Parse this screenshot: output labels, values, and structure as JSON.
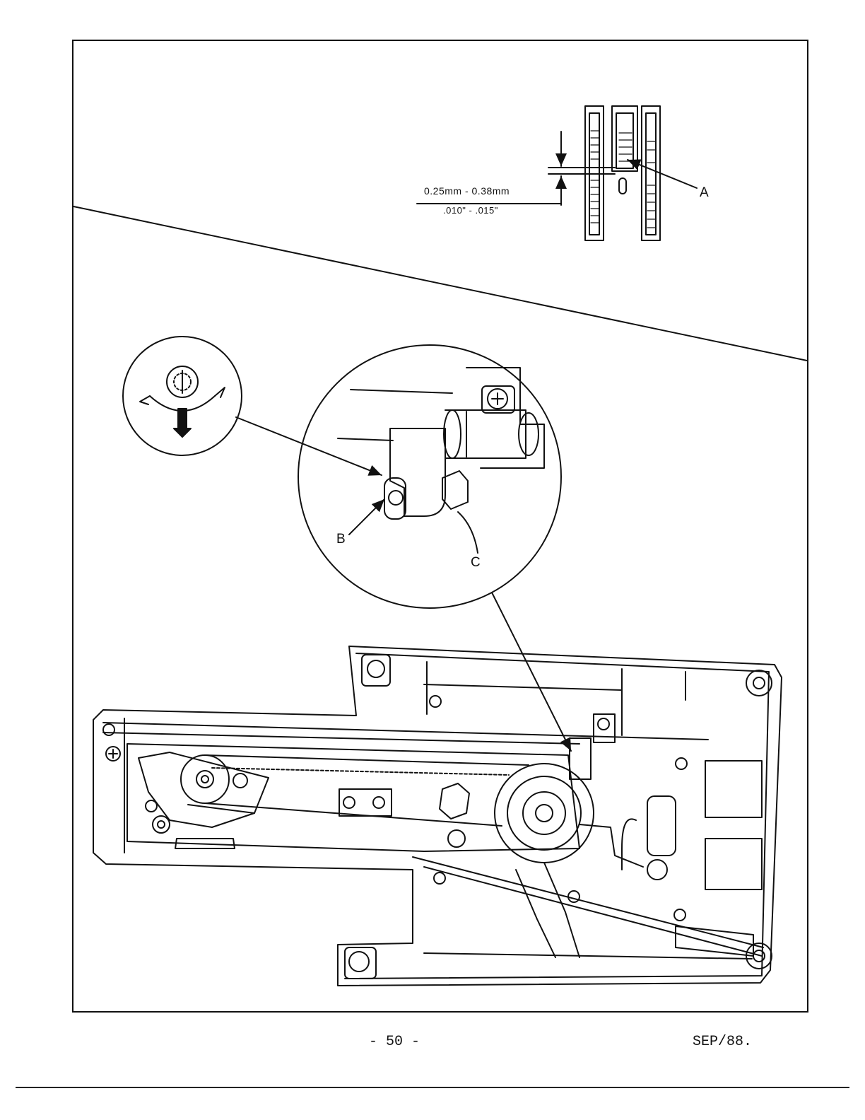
{
  "figure": {
    "measurement_metric": "0.25mm - 0.38mm",
    "measurement_imperial": ".010\" - .015\"",
    "labels": {
      "a": "A",
      "b": "B",
      "c": "C"
    }
  },
  "footer": {
    "page_number": "- 50 -",
    "date": "SEP/88."
  }
}
